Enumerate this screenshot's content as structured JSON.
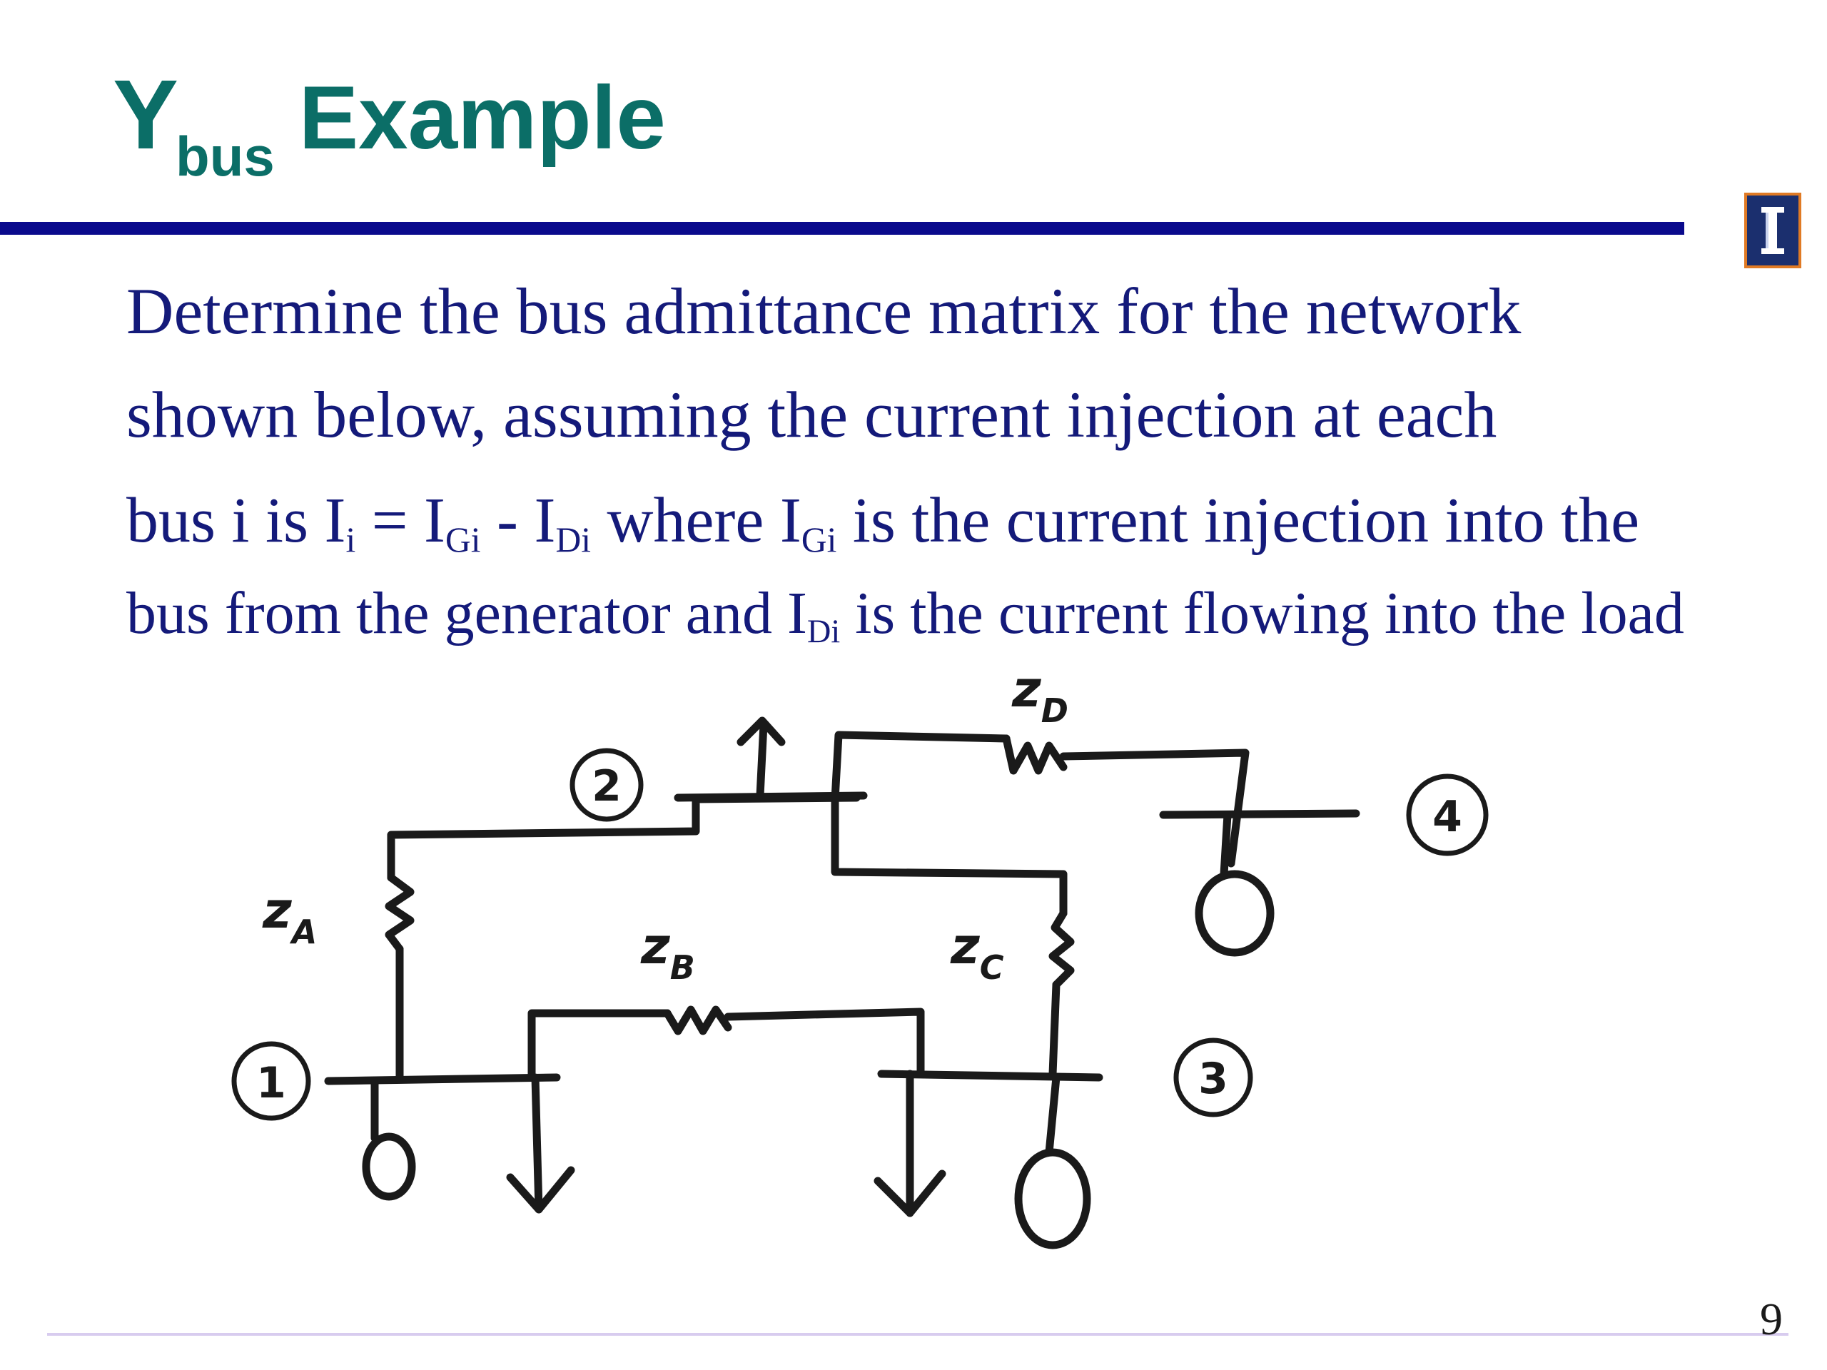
{
  "slide": {
    "title": {
      "main": "Y",
      "subscript": "bus",
      "rest": "Example"
    },
    "body": {
      "line1": "Determine the bus admittance matrix for the network",
      "line2": "shown below, assuming the current injection at each",
      "line3": {
        "a": "bus i is I",
        "a_sub": "i",
        "b": " = I",
        "b_sub": "Gi",
        "c": " - I",
        "c_sub": "Di",
        "d": " where I",
        "d_sub": "Gi",
        "e": " is the current injection into the"
      },
      "line4": {
        "a": "bus from the generator and I",
        "a_sub": "Di",
        "b": " is the current flowing into the load"
      }
    },
    "diagram": {
      "bus_labels": [
        "1",
        "2",
        "3",
        "4"
      ],
      "impedance_labels": {
        "A": {
          "main": "z",
          "sub": "A"
        },
        "B": {
          "main": "z",
          "sub": "B"
        },
        "C": {
          "main": "z",
          "sub": "C"
        },
        "D": {
          "main": "z",
          "sub": "D"
        }
      }
    },
    "page_number": "9",
    "logo_icon": "university-logo-icon",
    "colors": {
      "title": "#0b6e67",
      "rule": "#0a0a8c",
      "body": "#141a7a",
      "logo_bg": "#1b2f6e",
      "logo_border": "#e07a24"
    }
  }
}
